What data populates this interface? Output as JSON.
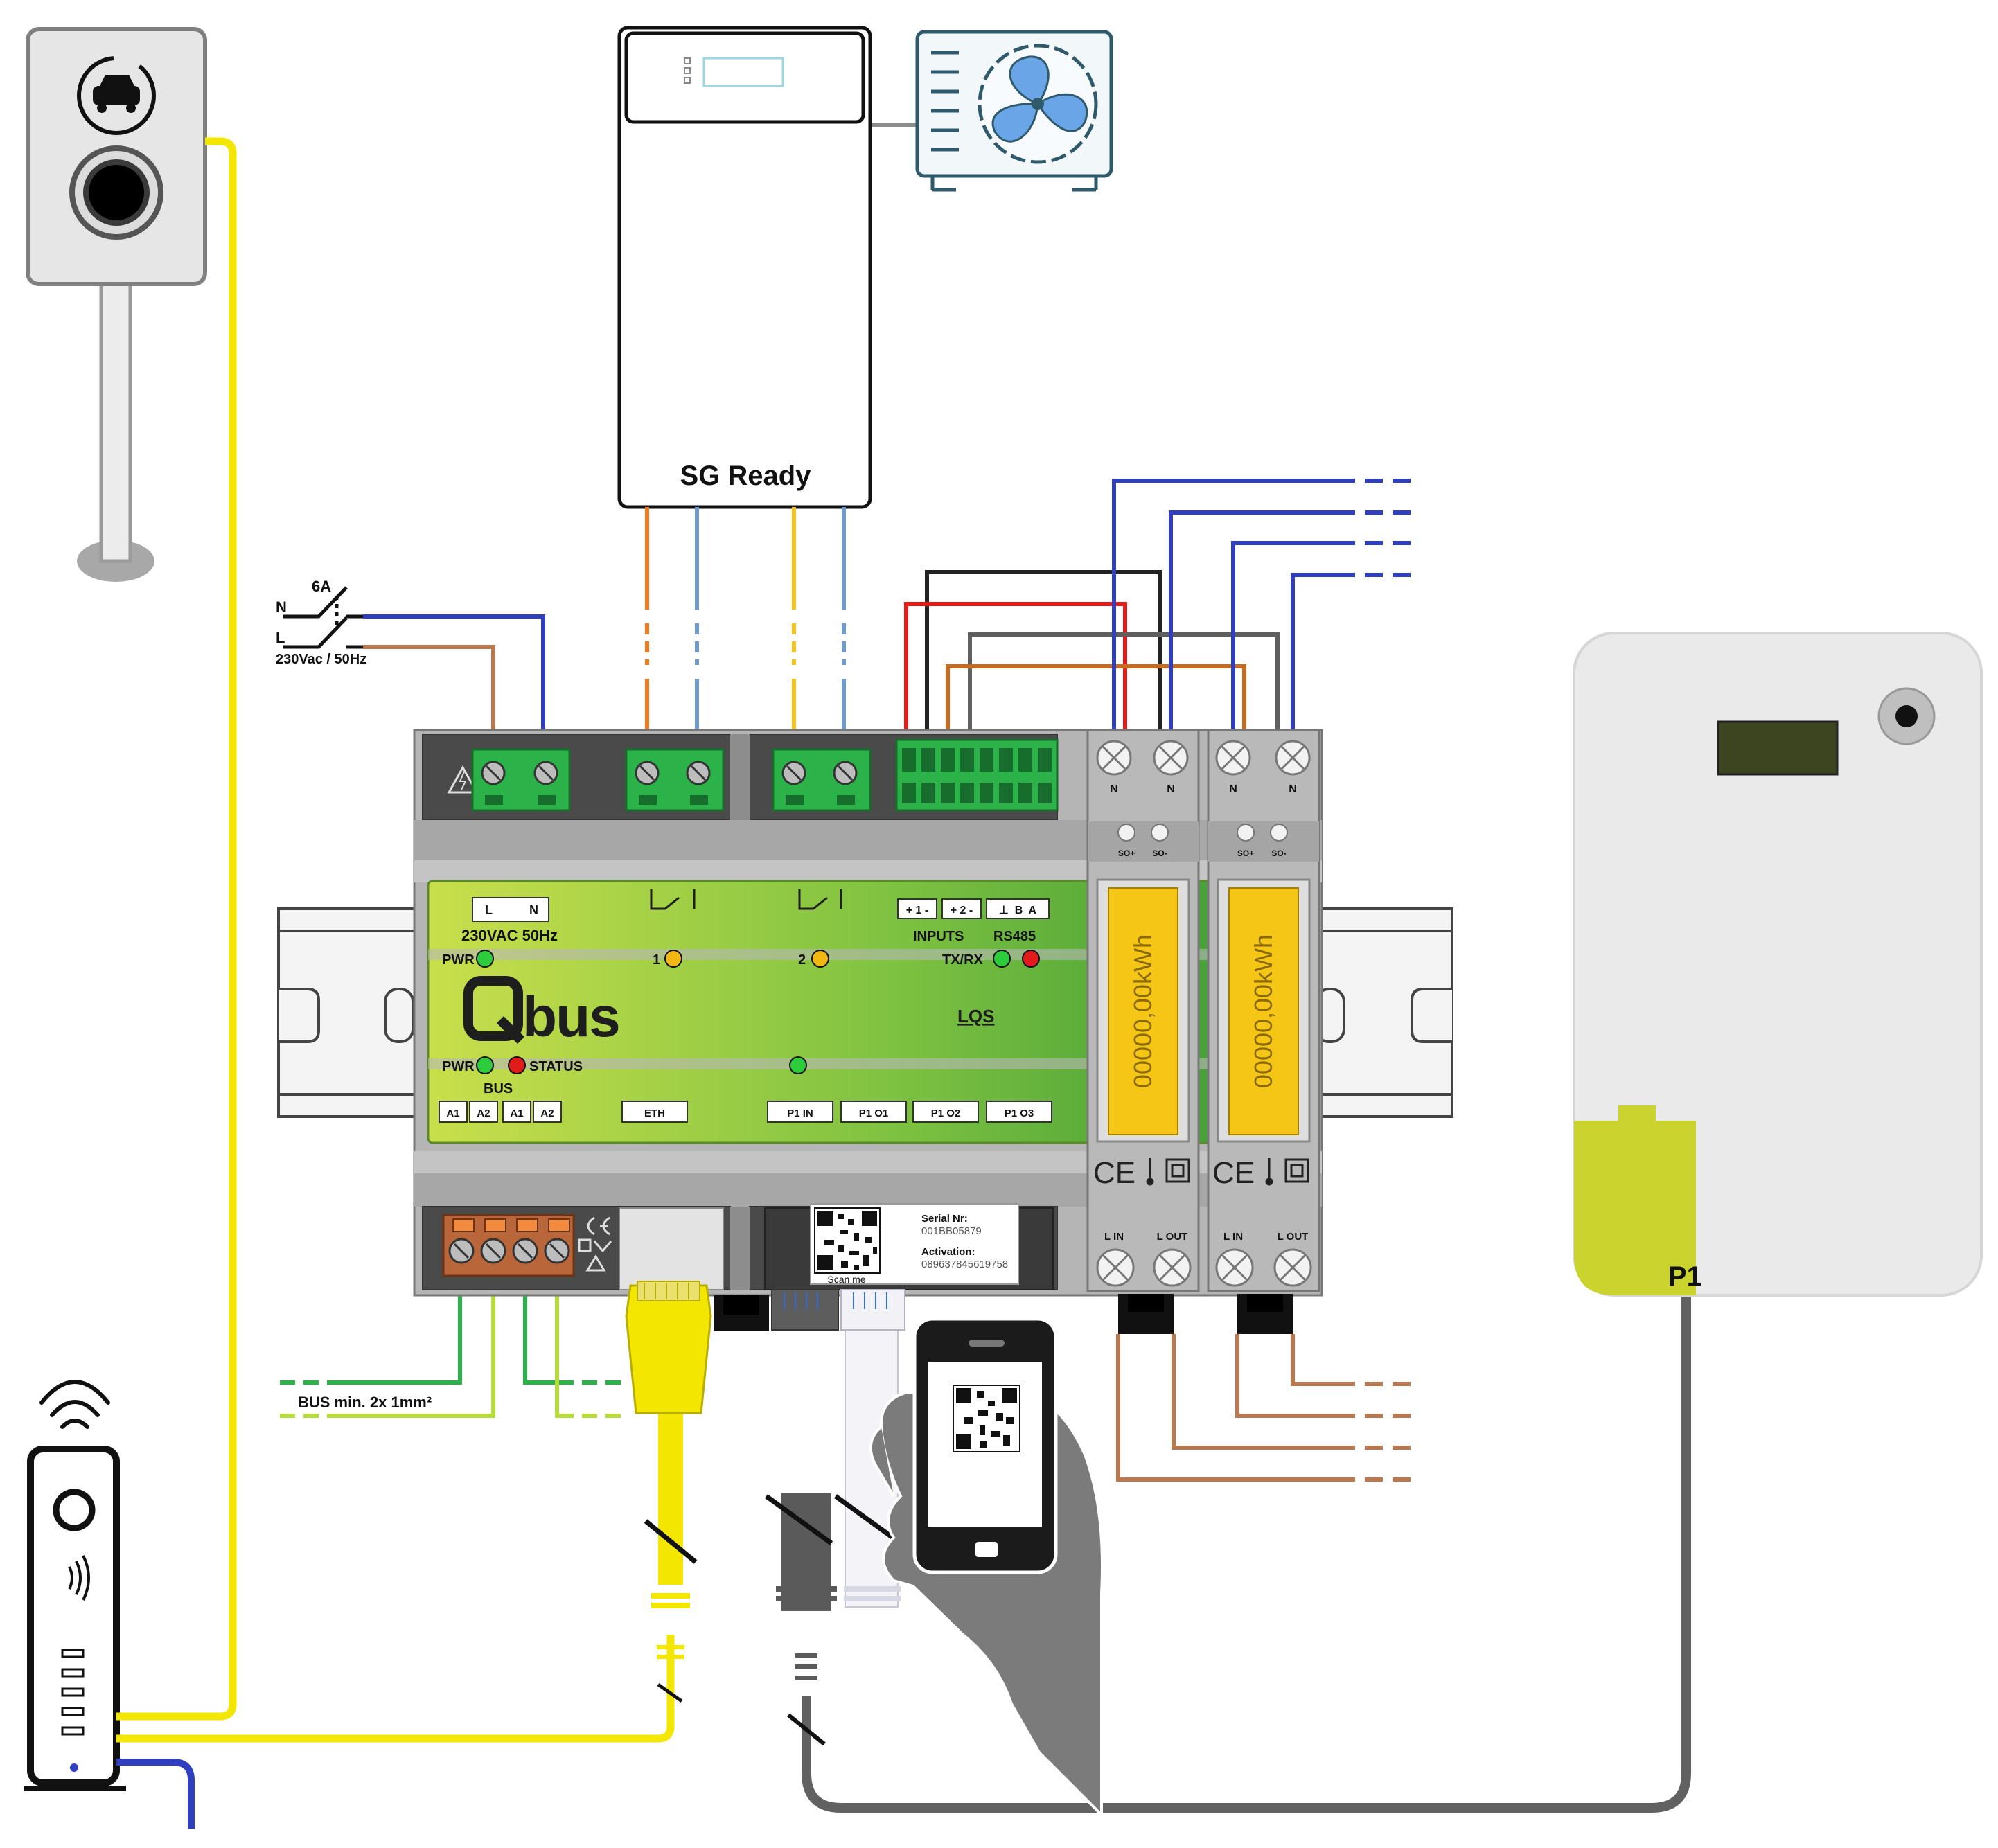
{
  "heat_pump": {
    "label": "SG Ready"
  },
  "breaker": {
    "rating": "6A",
    "neutral": "N",
    "line": "L",
    "supply": "230Vac / 50Hz"
  },
  "module": {
    "brand": "Qbus",
    "model": "LQS",
    "power_terminals": [
      "L",
      "N"
    ],
    "power_spec": "230VAC 50Hz",
    "pwr_label": "PWR",
    "relay_labels": [
      "1",
      "2"
    ],
    "inputs_blocks": [
      "+ 1 -",
      "+ 2 -",
      "⊥  B  A"
    ],
    "inputs_label": "INPUTS",
    "rs485_label": "RS485",
    "txrx_label": "TX/RX",
    "status_label": "STATUS",
    "bus_label": "BUS",
    "bottom_ports": [
      "A1",
      "A2",
      "A1",
      "A2",
      "ETH",
      "P1 IN",
      "P1 O1",
      "P1 O2",
      "P1 O3"
    ]
  },
  "serial_label": {
    "serial_title": "Serial Nr:",
    "serial_value": "001BB05879",
    "activation_title": "Activation:",
    "activation_value": "089637845619758",
    "scan": "Scan me"
  },
  "meters": [
    {
      "display": "00000,00kWh",
      "top_terminals": [
        "N",
        "N"
      ],
      "pulse": [
        "SO+",
        "SO-"
      ],
      "bottom_terminals": [
        "L IN",
        "L OUT"
      ],
      "marks": "CE"
    },
    {
      "display": "00000,00kWh",
      "top_terminals": [
        "N",
        "N"
      ],
      "pulse": [
        "SO+",
        "SO-"
      ],
      "bottom_terminals": [
        "L IN",
        "L OUT"
      ],
      "marks": "CE"
    }
  ],
  "bus_cable": {
    "label": "BUS min. 2x 1mm²"
  },
  "smart_meter": {
    "port": "P1"
  },
  "colors": {
    "module_green_dark": "#3e9b36",
    "module_green_light": "#c9df4b",
    "terminal_green": "#2bb34a",
    "meter_display": "#f6c617",
    "cable_yellow": "#f3e600",
    "wire_blue": "#2f3fbf",
    "wire_brown": "#b9784f",
    "wire_orange": "#f07a1e",
    "wire_red": "#e21b1b",
    "wire_grey": "#5f5f5f",
    "p1_connector": "#cbd42e"
  }
}
